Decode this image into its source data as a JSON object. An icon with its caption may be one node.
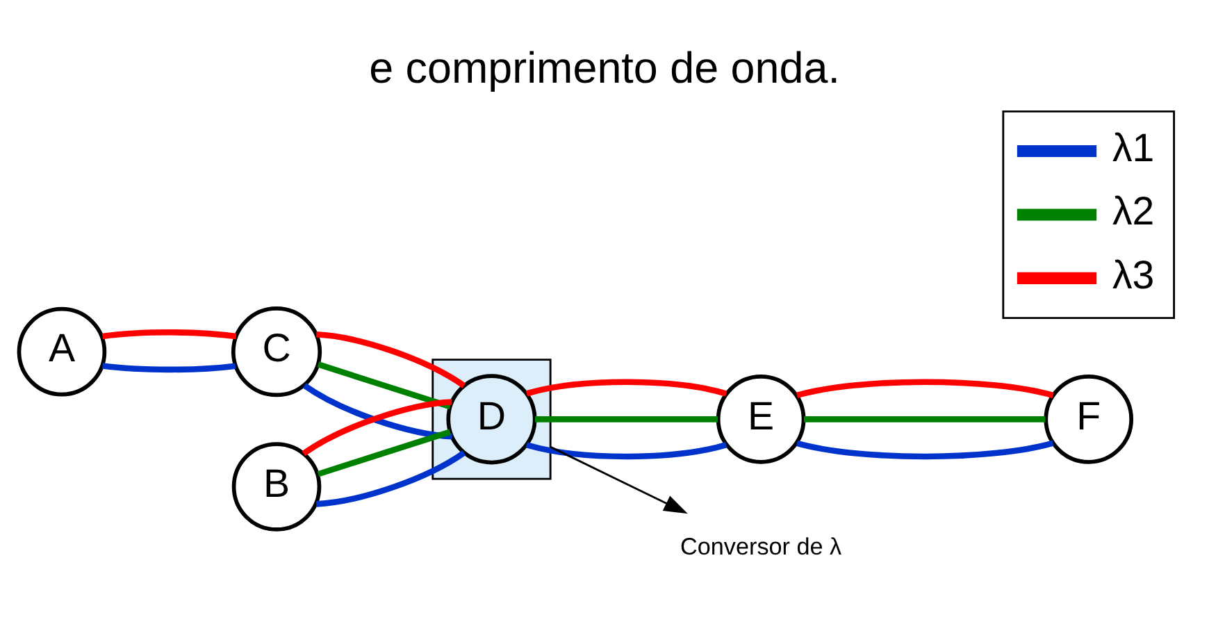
{
  "diagram": {
    "title": "e comprimento de onda.",
    "nodes": [
      {
        "text": [
          "A"
        ]
      },
      {
        "text": [
          "C"
        ]
      },
      {
        "text": [],
        "shape": "box"
      },
      {
        "text": [
          "D"
        ],
        "in": 2
      },
      {
        "text": [
          "E"
        ]
      },
      {
        "text": [
          "B"
        ]
      },
      {
        "text": [
          "F"
        ]
      },
      {
        "text": [
          "Conversor de λ"
        ]
      }
    ],
    "edges": [
      {
        "from": 0,
        "to": 1,
        "arrow": "none",
        "color": "#0033cc"
      },
      {
        "from": 0,
        "to": 1,
        "arrow": "none",
        "color": "#ff0000"
      },
      {
        "from": 1,
        "to": 3,
        "arrow": "none",
        "color": "#0033cc"
      },
      {
        "from": 1,
        "to": 3,
        "arrow": "none",
        "color": "#008000"
      },
      {
        "from": 1,
        "to": 3,
        "arrow": "none",
        "color": "#ff0000"
      },
      {
        "from": 5,
        "to": 3,
        "arrow": "none",
        "color": "#0033cc"
      },
      {
        "from": 5,
        "to": 3,
        "arrow": "none",
        "color": "#008000"
      },
      {
        "from": 5,
        "to": 3,
        "arrow": "none",
        "color": "#ff0000"
      },
      {
        "from": 3,
        "to": 4,
        "arrow": "none",
        "color": "#0033cc"
      },
      {
        "from": 3,
        "to": 4,
        "arrow": "none",
        "color": "#008000"
      },
      {
        "from": 3,
        "to": 4,
        "arrow": "none",
        "color": "#ff0000"
      },
      {
        "from": 4,
        "to": 6,
        "arrow": "none",
        "color": "#0033cc"
      },
      {
        "from": 4,
        "to": 6,
        "arrow": "none",
        "color": "#008000"
      },
      {
        "from": 4,
        "to": 6,
        "arrow": "none",
        "color": "#ff0000"
      },
      {
        "from": 2,
        "to": 7,
        "arrow": "to",
        "color": "#000000"
      }
    ],
    "legend": [
      {
        "text": "λ1",
        "color": "#0033cc"
      },
      {
        "text": "λ2",
        "color": "#008000"
      },
      {
        "text": "λ3",
        "color": "#ff0000"
      }
    ]
  }
}
